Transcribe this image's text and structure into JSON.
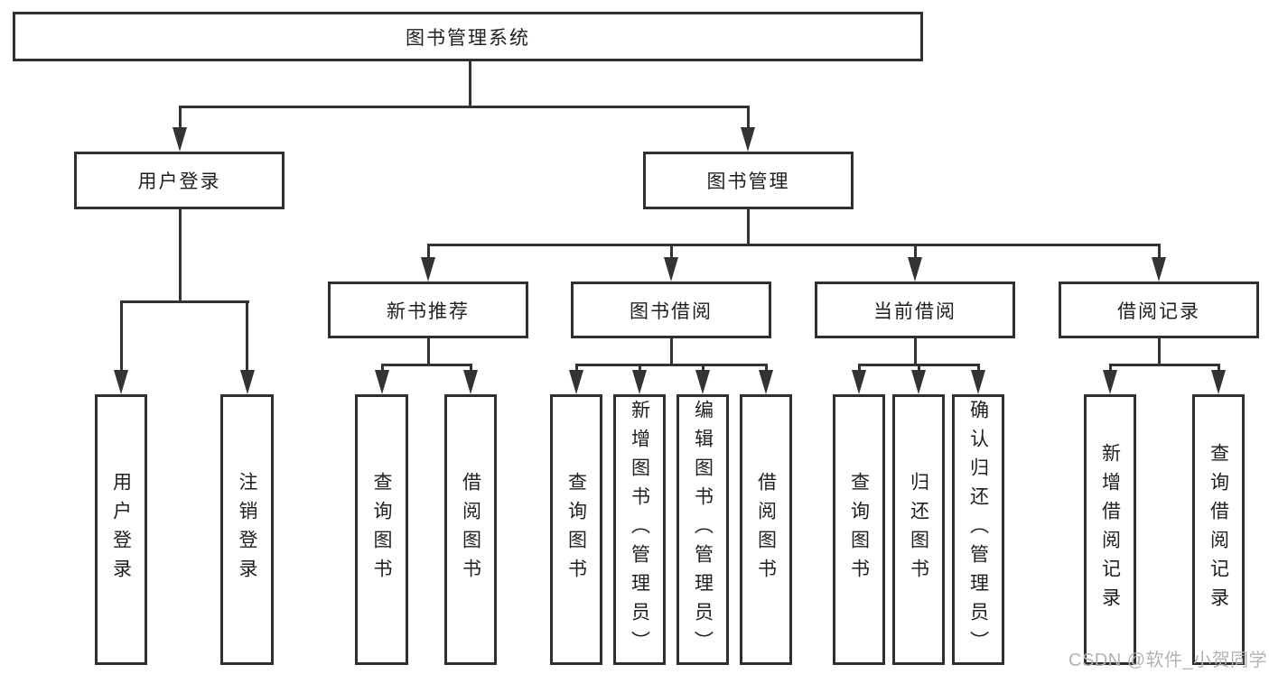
{
  "diagram": {
    "root": {
      "label": "图书管理系统"
    },
    "level2": [
      {
        "label": "用户登录",
        "children": [
          {
            "label": "用户登录"
          },
          {
            "label": "注销登录"
          }
        ]
      },
      {
        "label": "图书管理",
        "children": [
          {
            "label": "新书推荐",
            "children": [
              {
                "label": "查询图书"
              },
              {
                "label": "借阅图书"
              }
            ]
          },
          {
            "label": "图书借阅",
            "children": [
              {
                "label": "查询图书"
              },
              {
                "label": "新增图书（管理员）"
              },
              {
                "label": "编辑图书（管理员）"
              },
              {
                "label": "借阅图书"
              }
            ]
          },
          {
            "label": "当前借阅",
            "children": [
              {
                "label": "查询图书"
              },
              {
                "label": "归还图书"
              },
              {
                "label": "确认归还（管理员）"
              }
            ]
          },
          {
            "label": "借阅记录",
            "children": [
              {
                "label": "新增借阅记录"
              },
              {
                "label": "查询借阅记录"
              }
            ]
          }
        ]
      }
    ]
  },
  "watermark": {
    "text": "CSDN @软件_小贺同学",
    "color": "#b3b3b3"
  },
  "colors": {
    "line": "#333333",
    "box_border": "#2f2f2f",
    "text": "#1f1f1f",
    "background": "#ffffff"
  }
}
